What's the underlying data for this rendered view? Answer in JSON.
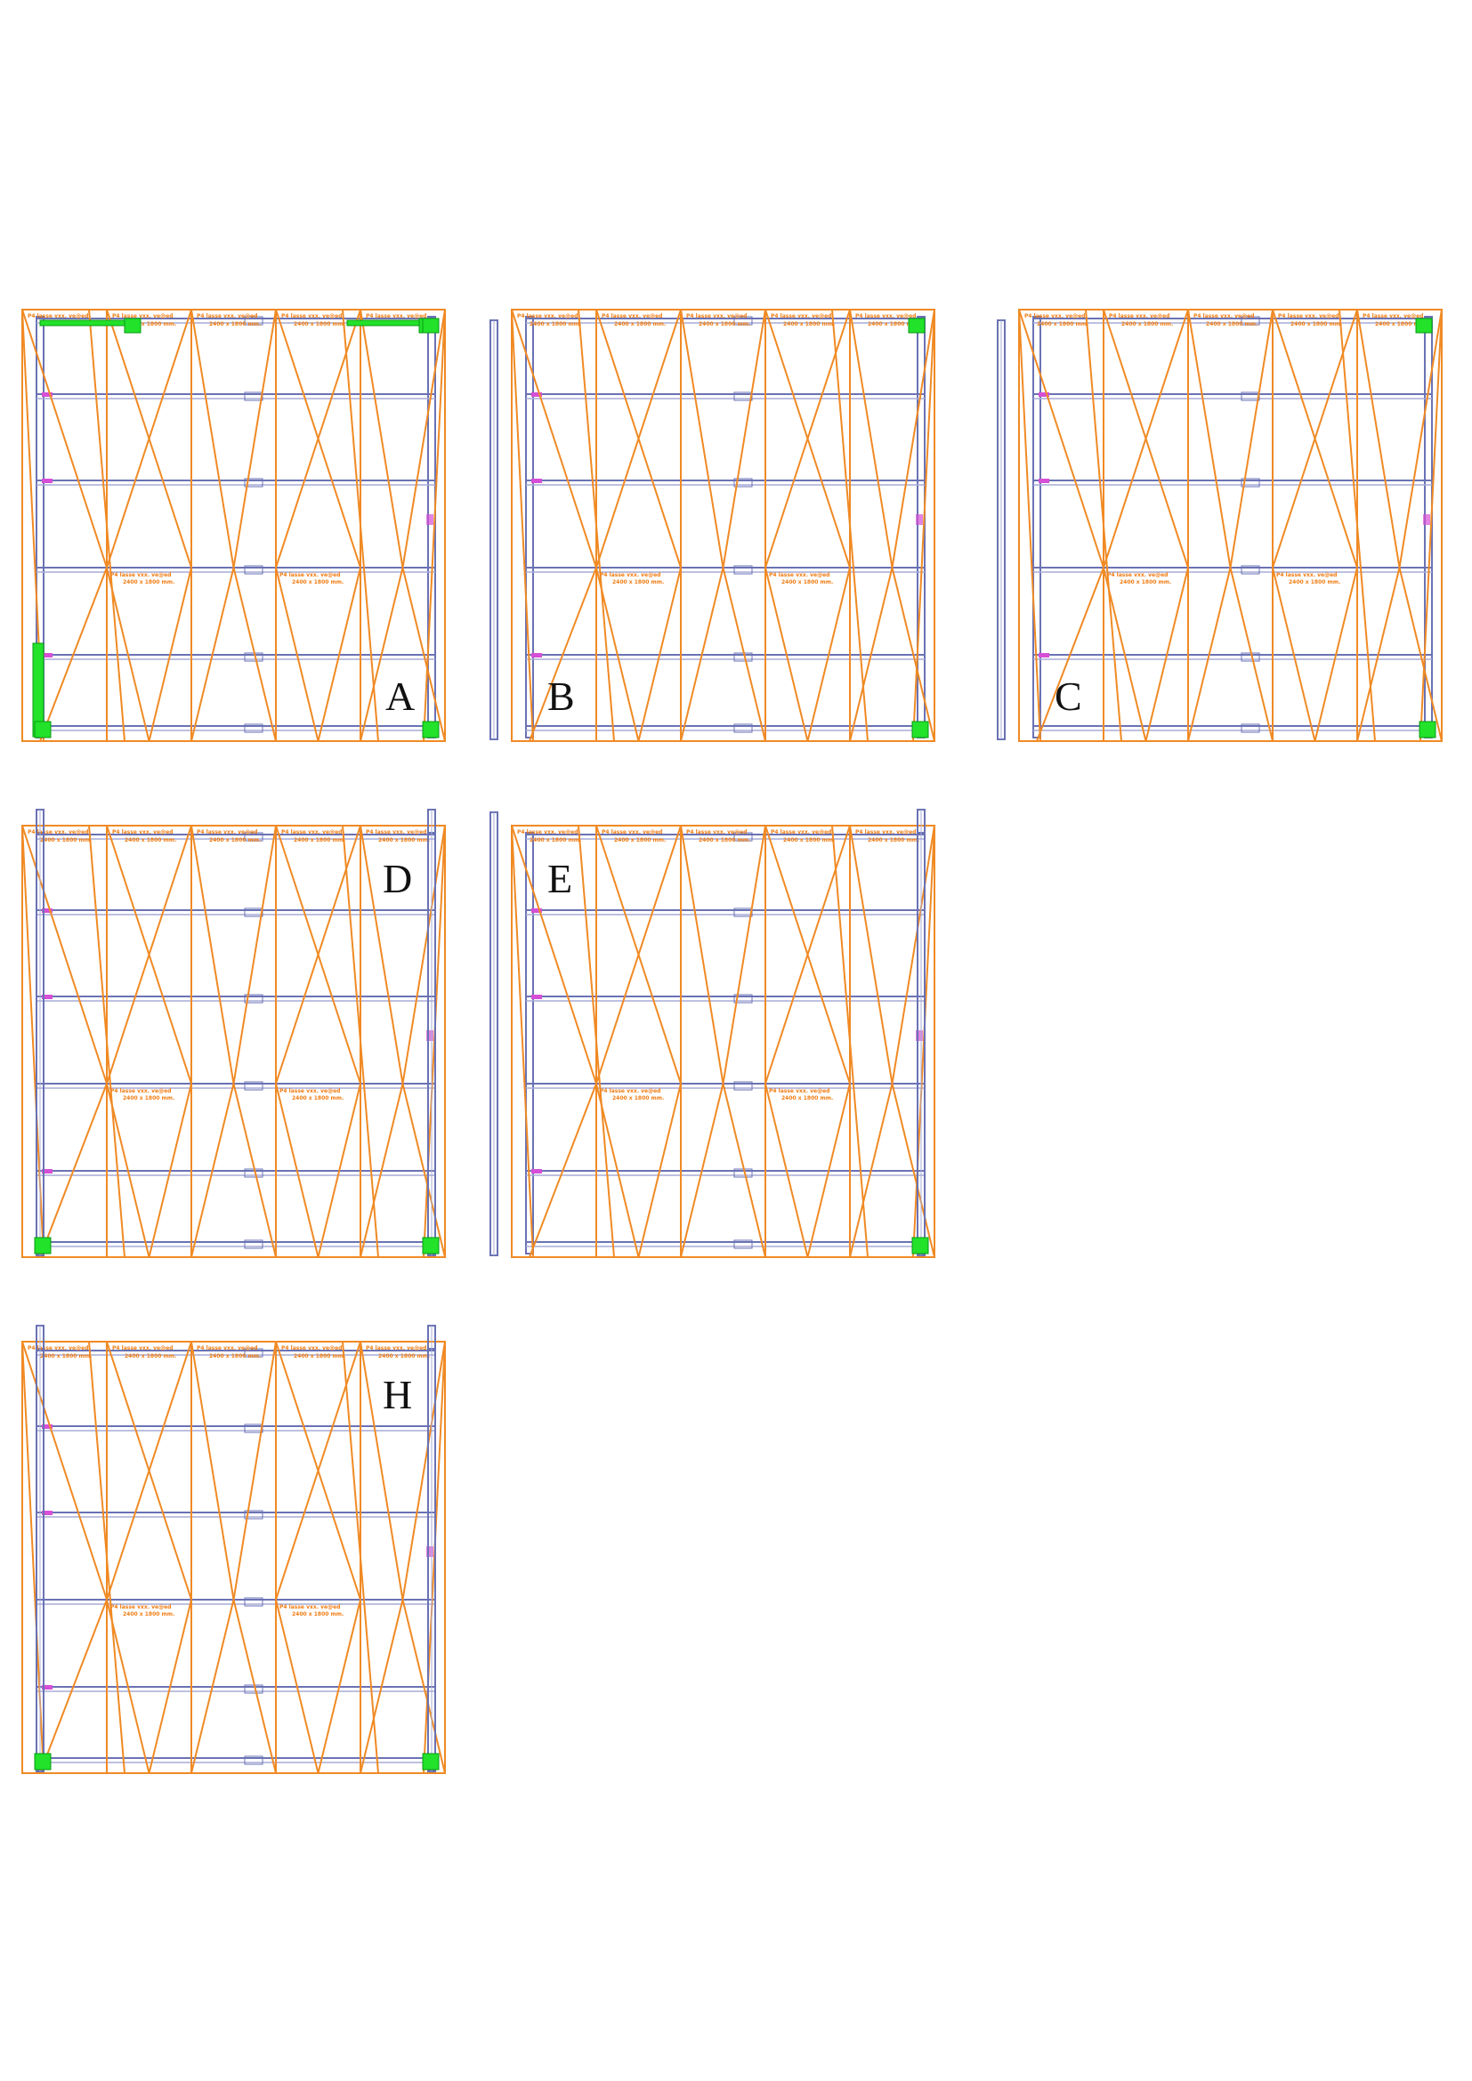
{
  "colors": {
    "frame": "#f08a24",
    "steel": "#6a72b4",
    "steel_light": "#a7acd6",
    "highlight": "#22e22a",
    "marker": "#d64fd6",
    "label": "#111111"
  },
  "note_text": {
    "top": "P4 lasse vxx. ve@ed",
    "size": "2400 x 1800 mm."
  },
  "panels": [
    {
      "id": "A",
      "label": "A",
      "label_position": "lower-right",
      "left_post": "none",
      "right_post": "none",
      "green_blocks": [
        "top-bar",
        "top-left",
        "top-right",
        "left-lower-post",
        "bottom-left",
        "bottom-right"
      ]
    },
    {
      "id": "B",
      "label": "B",
      "label_position": "lower-left",
      "left_post": "full",
      "right_post": "none",
      "green_blocks": [
        "top-right",
        "bottom-right"
      ]
    },
    {
      "id": "C",
      "label": "C",
      "label_position": "lower-left",
      "left_post": "full",
      "right_post": "none",
      "green_blocks": [
        "top-right",
        "bottom-right"
      ]
    },
    {
      "id": "D",
      "label": "D",
      "label_position": "upper-right",
      "left_post": "tall",
      "right_post": "tall",
      "green_blocks": [
        "bottom-left",
        "bottom-right"
      ]
    },
    {
      "id": "E",
      "label": "E",
      "label_position": "upper-left",
      "left_post": "full-tall",
      "right_post": "tall",
      "green_blocks": [
        "bottom-right"
      ]
    },
    {
      "id": "H",
      "label": "H",
      "label_position": "upper-right",
      "left_post": "tall",
      "right_post": "tall",
      "green_blocks": [
        "bottom-left",
        "bottom-right"
      ]
    }
  ]
}
